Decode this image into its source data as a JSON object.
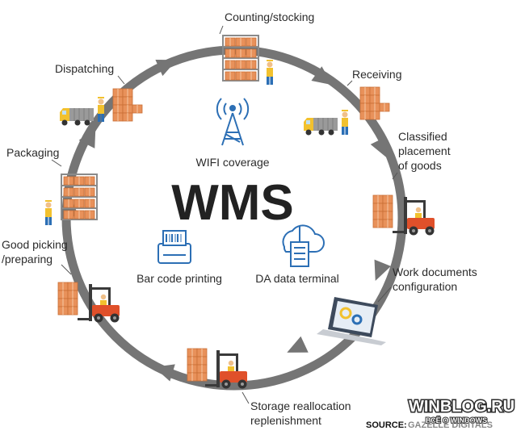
{
  "center": {
    "title": "WMS",
    "wifi_label": "WIFI coverage",
    "barcode_label": "Bar code printing",
    "terminal_label": "DA data terminal"
  },
  "stages": [
    {
      "id": "counting",
      "lines": [
        "Counting/stocking"
      ]
    },
    {
      "id": "receiving",
      "lines": [
        "Receiving"
      ]
    },
    {
      "id": "classified",
      "lines": [
        "Classified",
        "placement",
        "of goods"
      ]
    },
    {
      "id": "work-documents",
      "lines": [
        "Work documents",
        "configuration"
      ]
    },
    {
      "id": "storage",
      "lines": [
        "Storage reallocation",
        "replenishment"
      ]
    },
    {
      "id": "picking",
      "lines": [
        "Good picking",
        "/preparing"
      ]
    },
    {
      "id": "packaging",
      "lines": [
        "Packaging"
      ]
    },
    {
      "id": "dispatching",
      "lines": [
        "Dispatching"
      ]
    }
  ],
  "watermark": {
    "brand": "WINBLOG.RU",
    "tagline": "ВСЁ О WINDOWS"
  },
  "source": {
    "prefix": "SOURCE:",
    "name": "GAZELLE DIGITALS"
  },
  "colors": {
    "ring": "#757575",
    "box": "#e8915a",
    "box_dark": "#c96f35",
    "forklift": "#e0502a",
    "icon_blue": "#2c6fb5",
    "accent_yellow": "#f2c12e"
  }
}
